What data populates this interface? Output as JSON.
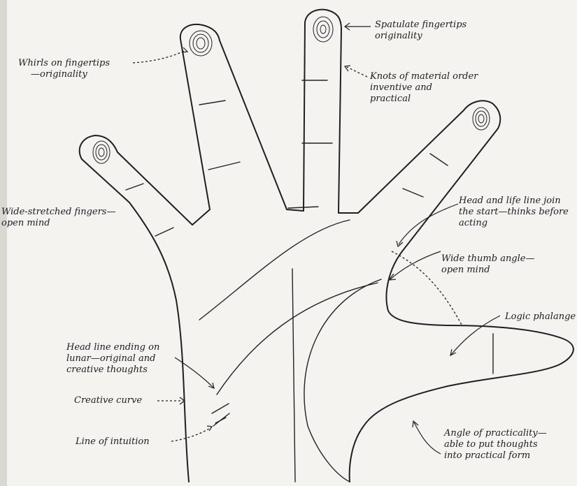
{
  "labels": {
    "whirls": [
      "Whirls on fingertips",
      "—originality"
    ],
    "spatulate": [
      "Spatulate fingertips",
      "originality"
    ],
    "knots": [
      "Knots of material order",
      "inventive and",
      "practical"
    ],
    "head_life": [
      "Head and life line join",
      "the start—thinks before",
      "acting"
    ],
    "wide_stretched": [
      "Wide-stretched fingers—",
      "open mind"
    ],
    "thumb_angle": [
      "Wide thumb angle—",
      "open mind"
    ],
    "logic": [
      "Logic phalange"
    ],
    "head_lunar": [
      "Head line ending on",
      "lunar—original and",
      "creative thoughts"
    ],
    "creative_curve": [
      "Creative curve"
    ],
    "intuition": [
      "Line of intuition"
    ],
    "practicality": [
      "Angle of practicality—",
      "able to put thoughts",
      "into practical form"
    ]
  }
}
